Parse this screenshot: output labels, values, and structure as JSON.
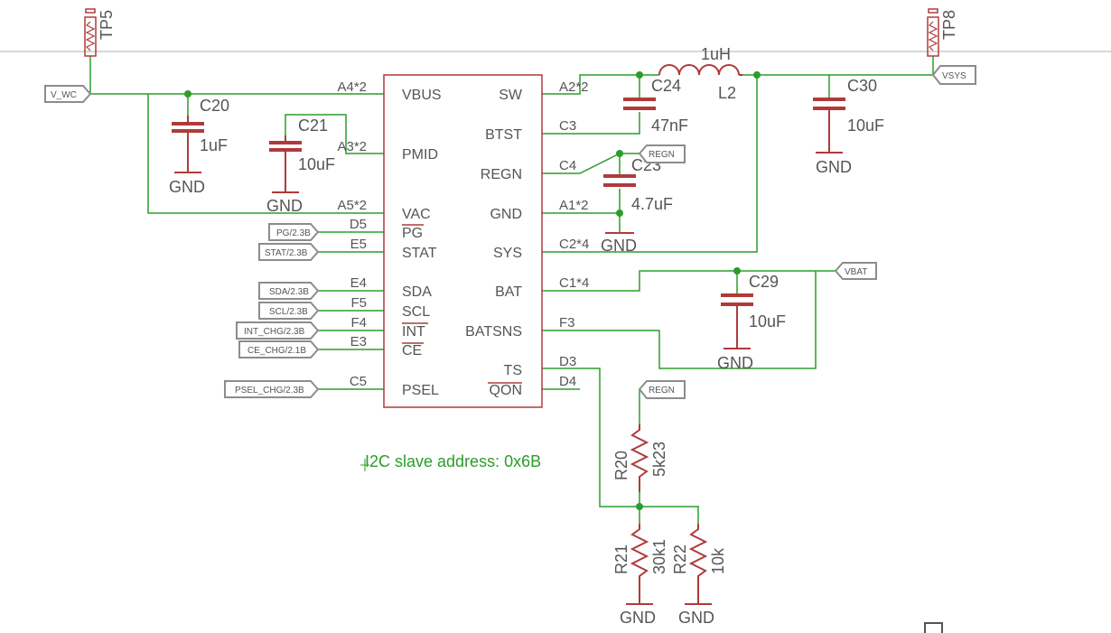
{
  "ic": {
    "left_pins": [
      {
        "num": "A4*2",
        "name": "VBUS"
      },
      {
        "num": "A3*2",
        "name": "PMID"
      },
      {
        "num": "A5*2",
        "name": "VAC"
      },
      {
        "num": "D5",
        "name": "PG"
      },
      {
        "num": "E5",
        "name": "STAT"
      },
      {
        "num": "E4",
        "name": "SDA"
      },
      {
        "num": "F5",
        "name": "SCL"
      },
      {
        "num": "F4",
        "name": "INT"
      },
      {
        "num": "E3",
        "name": "CE"
      },
      {
        "num": "C5",
        "name": "PSEL"
      }
    ],
    "right_pins": [
      {
        "num": "A2*2",
        "name": "SW"
      },
      {
        "num": "C3",
        "name": "BTST"
      },
      {
        "num": "C4",
        "name": "REGN"
      },
      {
        "num": "A1*2",
        "name": "GND"
      },
      {
        "num": "C2*4",
        "name": "SYS"
      },
      {
        "num": "C1*4",
        "name": "BAT"
      },
      {
        "num": "F3",
        "name": "BATSNS"
      },
      {
        "num": "D3",
        "name": "TS"
      },
      {
        "num": "D4",
        "name": "QON"
      }
    ]
  },
  "capacitors": [
    {
      "ref": "C20",
      "value": "1uF"
    },
    {
      "ref": "C21",
      "value": "10uF"
    },
    {
      "ref": "C24",
      "value": "47nF"
    },
    {
      "ref": "C23",
      "value": "4.7uF"
    },
    {
      "ref": "C30",
      "value": "10uF"
    },
    {
      "ref": "C29",
      "value": "10uF"
    }
  ],
  "inductor": {
    "ref": "L2",
    "value": "1uH"
  },
  "resistors": [
    {
      "ref": "R20",
      "value": "5k23"
    },
    {
      "ref": "R21",
      "value": "30k1"
    },
    {
      "ref": "R22",
      "value": "10k"
    }
  ],
  "test_points": [
    "TP5",
    "TP8"
  ],
  "net_labels": {
    "v_wc": "V_WC",
    "vsys": "VSYS",
    "vbat": "VBAT",
    "regn_top": "REGN",
    "regn_ts": "REGN",
    "pg": "PG/2.3B",
    "stat": "STAT/2.3B",
    "sda": "SDA/2.3B",
    "scl": "SCL/2.3B",
    "int": "INT_CHG/2.3B",
    "ce": "CE_CHG/2.1B",
    "psel": "PSEL_CHG/2.3B"
  },
  "gnd_label": "GND",
  "note": "I2C slave address: 0x6B"
}
